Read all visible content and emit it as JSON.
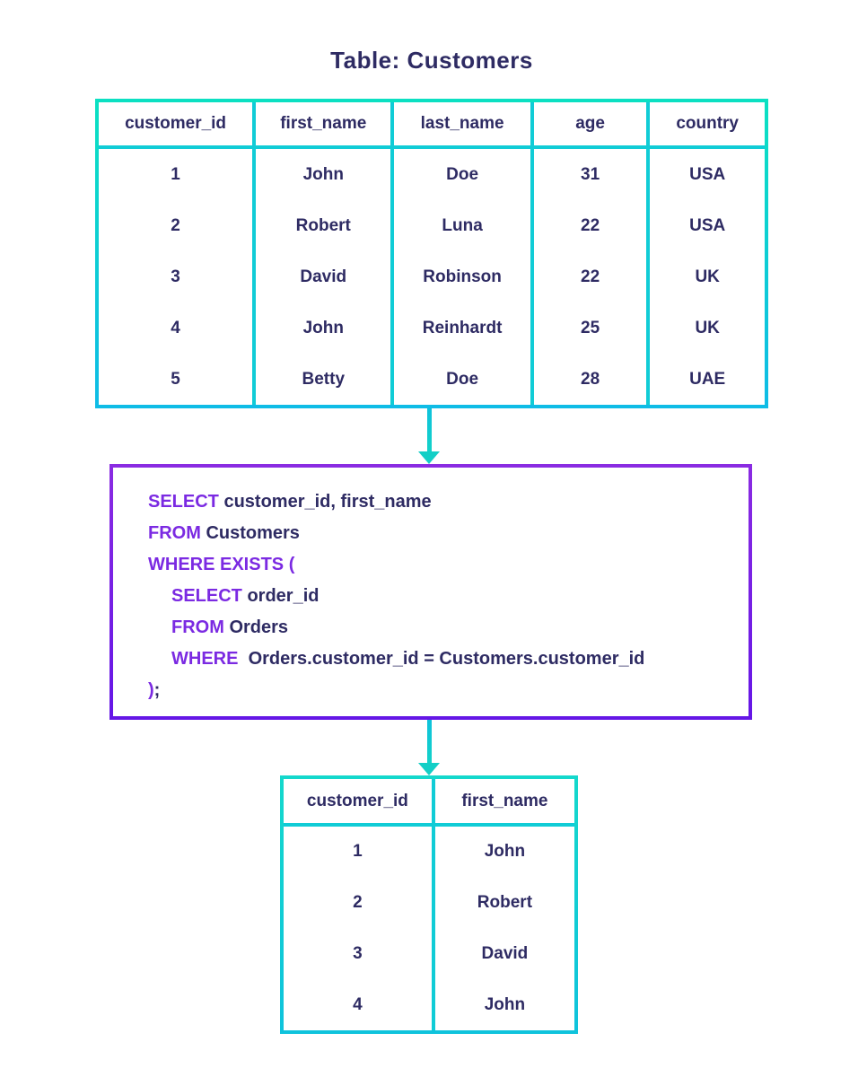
{
  "title": "Table: Customers",
  "colors": {
    "text_navy": "#2e2b63",
    "table_border_teal_top": "#0be0c2",
    "table_border_teal_bottom": "#0fbce6",
    "table_inner_line_teal": "#10ccd6",
    "sql_keyword_purple": "#7b2ae2",
    "sql_border_purple_top": "#8a2be2",
    "sql_border_purple_bottom": "#6516e6",
    "background": "#ffffff"
  },
  "customers_table": {
    "headers": [
      "customer_id",
      "first_name",
      "last_name",
      "age",
      "country"
    ],
    "rows": [
      [
        "1",
        "John",
        "Doe",
        "31",
        "USA"
      ],
      [
        "2",
        "Robert",
        "Luna",
        "22",
        "USA"
      ],
      [
        "3",
        "David",
        "Robinson",
        "22",
        "UK"
      ],
      [
        "4",
        "John",
        "Reinhardt",
        "25",
        "UK"
      ],
      [
        "5",
        "Betty",
        "Doe",
        "28",
        "UAE"
      ]
    ]
  },
  "sql": {
    "lines": [
      {
        "keyword": "SELECT",
        "rest": " customer_id, first_name"
      },
      {
        "keyword": "FROM",
        "rest": " Customers"
      },
      {
        "keyword": "WHERE EXISTS (",
        "rest": ""
      },
      {
        "keyword": "SELECT",
        "rest": " order_id"
      },
      {
        "keyword": "FROM",
        "rest": " Orders"
      },
      {
        "keyword": "WHERE",
        "rest": "  Orders.customer_id = Customers.customer_id"
      },
      {
        "keyword": ")",
        "rest": ";"
      }
    ]
  },
  "result_table": {
    "headers": [
      "customer_id",
      "first_name"
    ],
    "rows": [
      [
        "1",
        "John"
      ],
      [
        "2",
        "Robert"
      ],
      [
        "3",
        "David"
      ],
      [
        "4",
        "John"
      ]
    ]
  }
}
